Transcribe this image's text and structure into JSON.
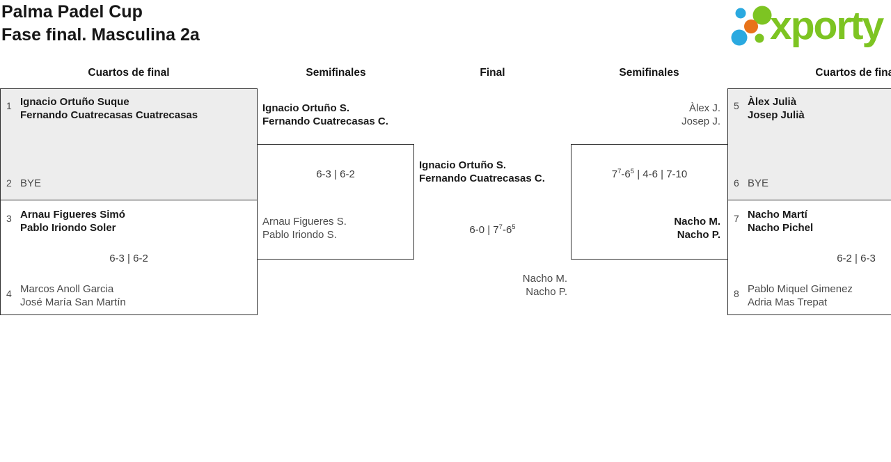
{
  "page": {
    "title_line1": "Palma Padel Cup",
    "title_line2": "Fase final. Masculina 2a"
  },
  "logo": {
    "text": "xporty",
    "colors": {
      "green": "#7dc422",
      "blue": "#2aa9e0",
      "orange": "#e8731a"
    }
  },
  "round_headers": [
    "Cuartos de final",
    "Semifinales",
    "Final",
    "Semifinales",
    "Cuartos de final"
  ],
  "matches": {
    "qf1": {
      "seed_top": "1",
      "top_name1": "Ignacio Ortuño Suque",
      "top_name2": "Fernando Cuatrecasas Cuatrecasas",
      "seed_bottom": "2",
      "bottom_name1": "BYE"
    },
    "qf2": {
      "seed_top": "3",
      "top_name1": "Arnau Figueres Simó",
      "top_name2": "Pablo Iriondo Soler",
      "score": "6-3 | 6-2",
      "seed_bottom": "4",
      "bottom_name1": "Marcos Anoll Garcia",
      "bottom_name2": "José María San Martín"
    },
    "sf1": {
      "top_name1": "Ignacio Ortuño S.",
      "top_name2": "Fernando Cuatrecasas C.",
      "score": "6-3 | 6-2",
      "bottom_name1": "Arnau Figueres S.",
      "bottom_name2": "Pablo Iriondo S."
    },
    "final": {
      "top_name1": "Ignacio Ortuño S.",
      "top_name2": "Fernando Cuatrecasas C.",
      "score_segments": [
        {
          "t": "6-0 | 7"
        },
        {
          "t": "7",
          "sup": true
        },
        {
          "t": "-6"
        },
        {
          "t": "5",
          "sup": true
        }
      ],
      "bottom_name1": "Nacho M.",
      "bottom_name2": "Nacho P."
    },
    "sf2": {
      "top_name1": "Àlex J.",
      "top_name2": "Josep J.",
      "score_segments": [
        {
          "t": "7"
        },
        {
          "t": "7",
          "sup": true
        },
        {
          "t": "-6"
        },
        {
          "t": "5",
          "sup": true
        },
        {
          "t": " | 4-6 | 7-10"
        }
      ],
      "bottom_name1": "Nacho M.",
      "bottom_name2": "Nacho P."
    },
    "qf3": {
      "seed_top": "5",
      "top_name1": "Àlex Julià",
      "top_name2": "Josep Julià",
      "seed_bottom": "6",
      "bottom_name1": "BYE"
    },
    "qf4": {
      "seed_top": "7",
      "top_name1": "Nacho Martí",
      "top_name2": "Nacho Pichel",
      "score": "6-2 | 6-3",
      "seed_bottom": "8",
      "bottom_name1": "Pablo Miquel Gimenez",
      "bottom_name2": "Adria Mas Trepat"
    }
  }
}
